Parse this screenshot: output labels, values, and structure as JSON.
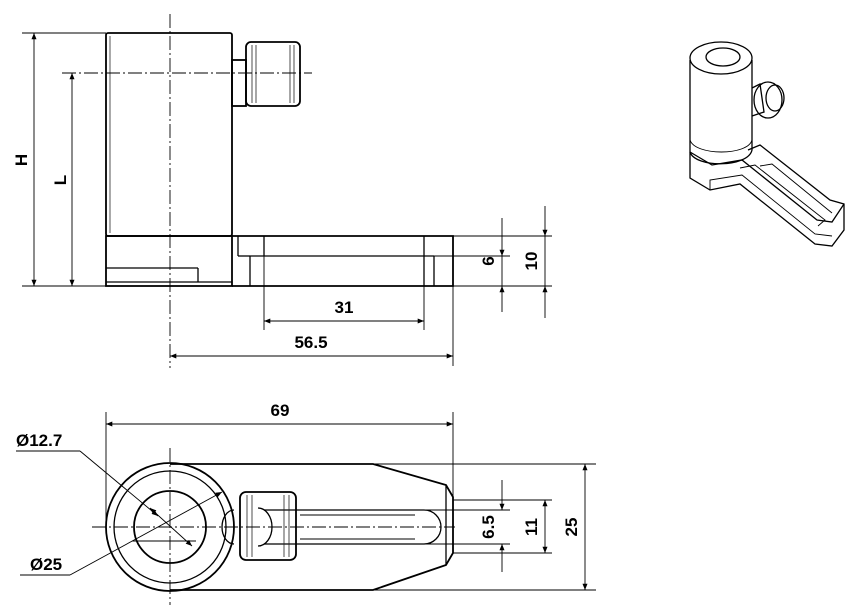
{
  "dimensions": {
    "height_label": "H",
    "length_label": "L",
    "slot_length": "31",
    "overall_side": "56.5",
    "overall_top": "69",
    "bore_diameter": "Ø12.7",
    "body_diameter": "Ø25",
    "thickness_6": "6",
    "thickness_10": "10",
    "slot_width": "6.5",
    "slot_outer": "11",
    "width_25": "25"
  }
}
